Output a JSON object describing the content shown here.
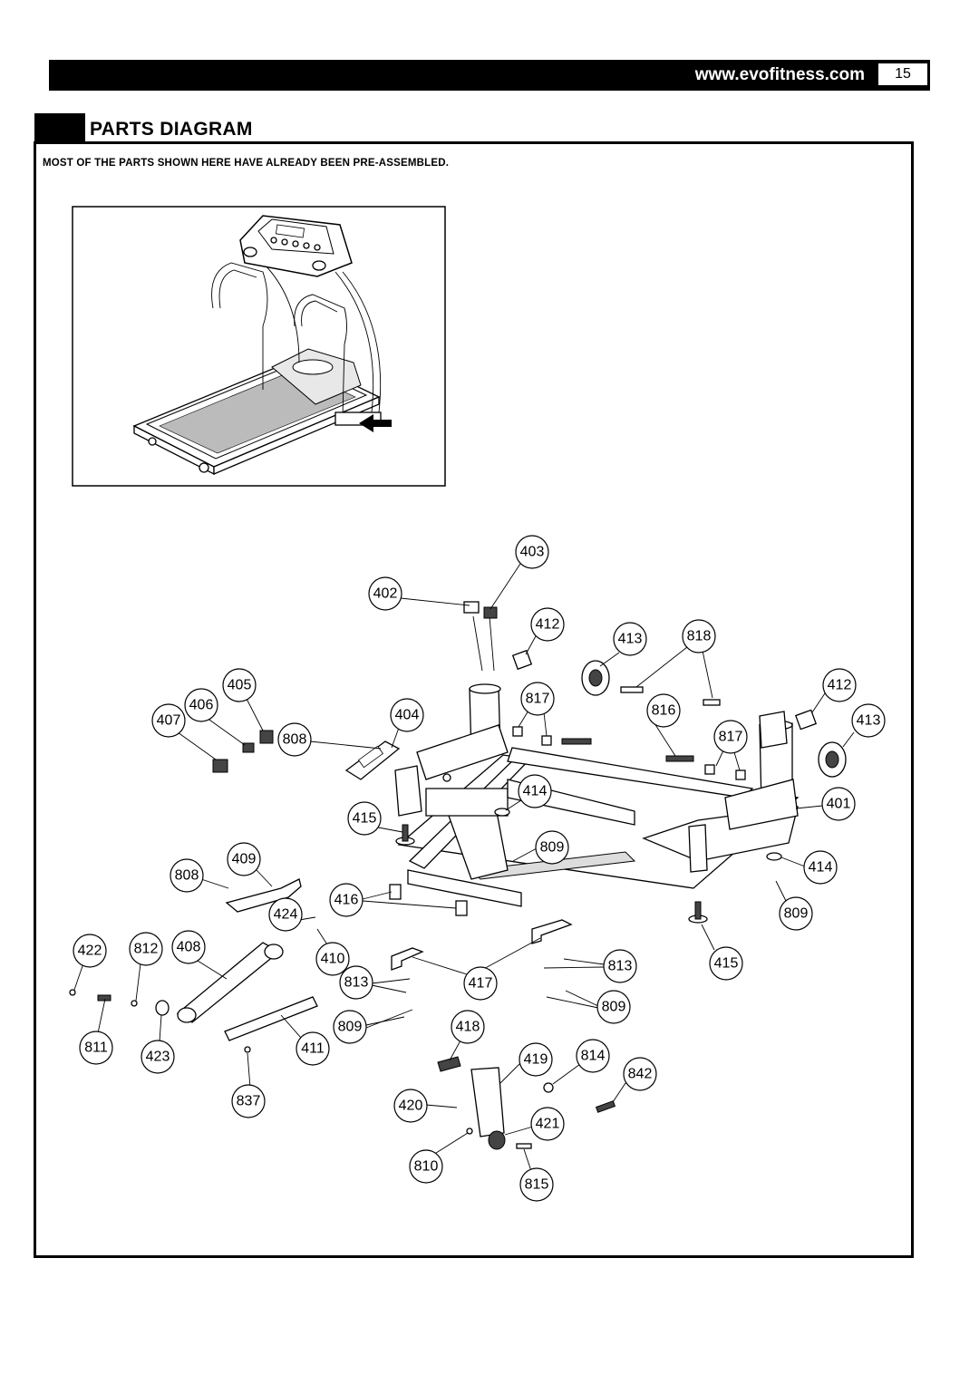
{
  "header": {
    "url": "www.evofitness.com",
    "page_number": "15"
  },
  "section": {
    "title": "PARTS DIAGRAM"
  },
  "note": "MOST OF THE PARTS SHOWN HERE HAVE ALREADY BEEN PRE-ASSEMBLED.",
  "callouts": [
    "403",
    "402",
    "412",
    "413",
    "818",
    "405",
    "412",
    "406",
    "817",
    "816",
    "407",
    "404",
    "413",
    "808",
    "817",
    "414",
    "401",
    "415",
    "409",
    "809",
    "808",
    "414",
    "416",
    "424",
    "809",
    "422",
    "812",
    "408",
    "410",
    "813",
    "415",
    "813",
    "417",
    "809",
    "809",
    "418",
    "811",
    "423",
    "411",
    "419",
    "814",
    "842",
    "837",
    "420",
    "421",
    "810",
    "815"
  ]
}
